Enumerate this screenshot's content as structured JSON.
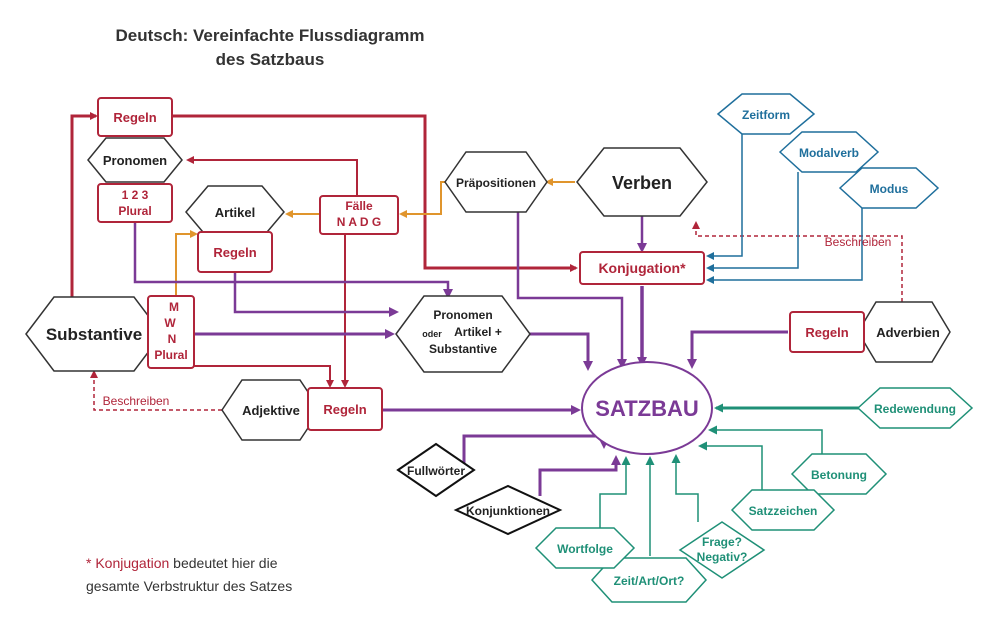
{
  "title": {
    "line1": "Deutsch: Vereinfachte Flussdiagramm",
    "line2": "des Satzbaus"
  },
  "footnote": {
    "star_label": "* Konjugation",
    "text1": " bedeutet hier die",
    "text2": "gesamte Verbstruktur des Satzes"
  },
  "nodes": {
    "regeln_top": "Regeln",
    "pronomen": "Pronomen",
    "pronomen_rules_1": "1  2  3",
    "pronomen_rules_2": "Plural",
    "artikel": "Artikel",
    "artikel_regeln": "Regeln",
    "faelle_1": "Fälle",
    "faelle_2": "N  A  D  G",
    "praepositionen": "Präpositionen",
    "verben": "Verben",
    "konjugation": "Konjugation*",
    "zeitform": "Zeitform",
    "modalverb": "Modalverb",
    "modus": "Modus",
    "beschreiben_right": "Beschreiben",
    "substantive": "Substantive",
    "mwn_1": "M",
    "mwn_2": "W",
    "mwn_3": "N",
    "mwn_4": "Plural",
    "pas_1": "Pronomen",
    "pas_2a": "oder",
    "pas_2b": "Artikel +",
    "pas_3": "Substantive",
    "adverbien_regeln": "Regeln",
    "adverbien": "Adverbien",
    "beschreiben_left": "Beschreiben",
    "adjektive": "Adjektive",
    "adjektive_regeln": "Regeln",
    "satzbau": "SATZBAU",
    "fullwoerter": "Fullwörter",
    "konjunktionen": "Konjunktionen",
    "redewendung": "Redewendung",
    "betonung": "Betonung",
    "satzzeichen": "Satzzeichen",
    "frage_1": "Frage?",
    "frage_2": "Negativ?",
    "zeit_art_ort": "Zeit/Art/Ort?",
    "wortfolge": "Wortfolge"
  },
  "colors": {
    "red": "#b0253a",
    "purple": "#7b3a96",
    "orange": "#e0952d",
    "blue": "#1f6f9c",
    "teal": "#1f9077",
    "dark": "#333333",
    "black": "#111111"
  }
}
